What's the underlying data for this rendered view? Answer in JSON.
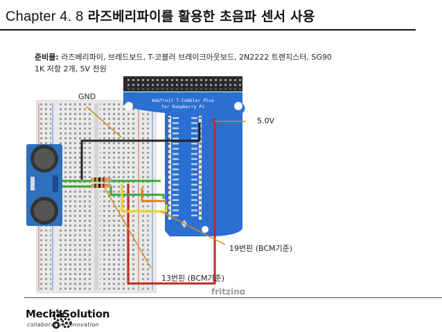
{
  "title": {
    "chapter": "Chapter 4. 8",
    "korean": "라즈베리파이를 활용한 초음파 센서 사용"
  },
  "materials": {
    "label": "준비물:",
    "line1": "라즈베리파이, 브레드보드, T-코블러 브레이크아웃보드, 2N2222 트랜지스터, SG90",
    "line2": "1K 저항 2개, 5V 전원"
  },
  "diagram": {
    "cobbler_line1": "Adafruit T-Cobbler Plus",
    "cobbler_line2": "for Raspberry Pi",
    "labels": {
      "gnd": "GND",
      "v5": "5.0V",
      "pin19": "19번핀 (BCM기준)",
      "pin13": "13번핀 (BCM기준)"
    },
    "watermark": "fritzing"
  },
  "brand": {
    "name": "MechaSolution",
    "tagline": "collaborative innovation"
  },
  "colors": {
    "cobbler": "#2a6fd1",
    "breadboard": "#e8e8e8",
    "sensor": "#2e6fbe",
    "wire_black": "#222222",
    "wire_red": "#c0281e",
    "wire_green": "#3aa832",
    "wire_yellow": "#e8d61a",
    "wire_orange": "#d9821a",
    "callout": "#d38a1c"
  }
}
